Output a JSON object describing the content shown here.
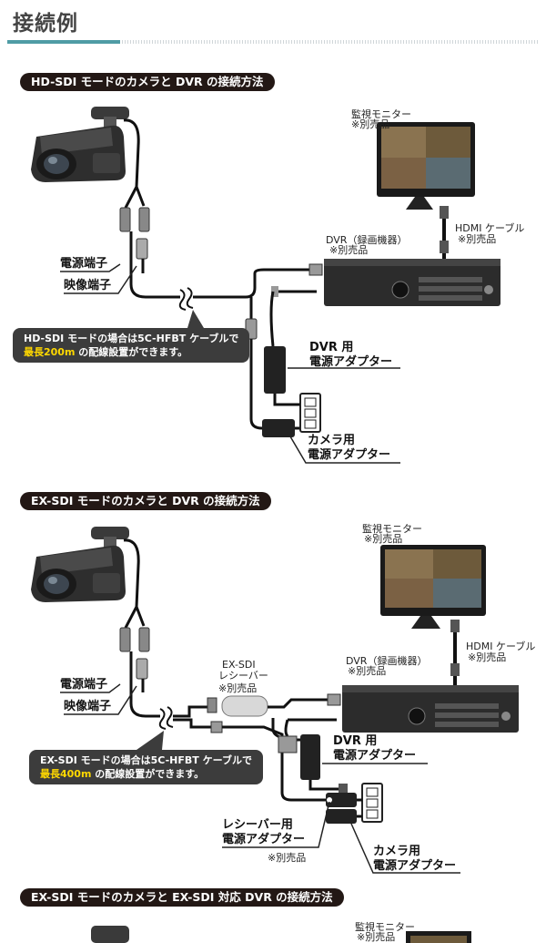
{
  "page_title": "接続例",
  "sections": [
    {
      "heading": "HD-SDI モードのカメラと DVR の接続方法",
      "monitor_label": "監視モニター",
      "monitor_sub": "※別売品",
      "hdmi_label": "HDMI ケーブル",
      "hdmi_sub": "※別売品",
      "dvr_label": "DVR（録画機器）",
      "dvr_sub": "※別売品",
      "power_terminal": "電源端子",
      "video_terminal": "映像端子",
      "note_prefix": "HD-SDI モードの場合は5C-HFBT ケーブルで",
      "note_highlight": "最長200m",
      "note_suffix": " の配線設置ができます。",
      "dvr_adapter_1": "DVR 用",
      "dvr_adapter_2": "電源アダプター",
      "camera_adapter_1": "カメラ用",
      "camera_adapter_2": "電源アダプター"
    },
    {
      "heading": "EX-SDI モードのカメラと DVR の接続方法",
      "monitor_label": "監視モニター",
      "monitor_sub": "※別売品",
      "hdmi_label": "HDMI ケーブル",
      "hdmi_sub": "※別売品",
      "dvr_label": "DVR（録画機器）",
      "dvr_sub": "※別売品",
      "receiver_label_1": "EX-SDI",
      "receiver_label_2": "レシーバー",
      "receiver_sub": "※別売品",
      "power_terminal": "電源端子",
      "video_terminal": "映像端子",
      "note_prefix": "EX-SDI モードの場合は5C-HFBT ケーブルで",
      "note_highlight": "最長400m",
      "note_suffix": " の配線設置ができます。",
      "dvr_adapter_1": "DVR 用",
      "dvr_adapter_2": "電源アダプター",
      "receiver_adapter_1": "レシーバー用",
      "receiver_adapter_2": "電源アダプター",
      "receiver_adapter_sub": "※別売品",
      "camera_adapter_1": "カメラ用",
      "camera_adapter_2": "電源アダプター"
    },
    {
      "heading": "EX-SDI モードのカメラと EX-SDI 対応 DVR の接続方法",
      "monitor_label": "監視モニター",
      "monitor_sub": "※別売品"
    }
  ]
}
